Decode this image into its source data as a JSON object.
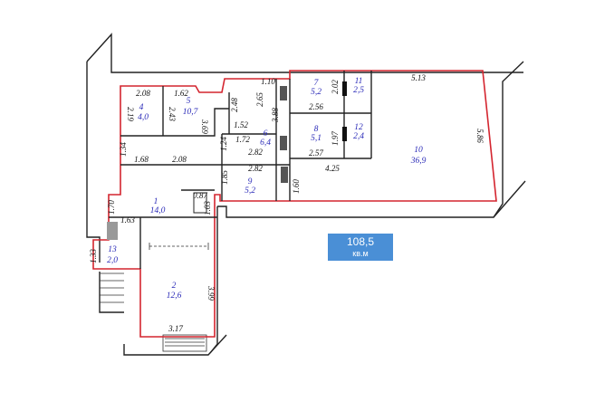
{
  "badge": {
    "area": "108,5",
    "unit": "кв.м"
  },
  "rooms": [
    {
      "num": "1",
      "area": "14,0"
    },
    {
      "num": "2",
      "area": "12,6"
    },
    {
      "num": "4",
      "area": "4,0"
    },
    {
      "num": "5",
      "area": "10,7"
    },
    {
      "num": "6",
      "area": "6,4"
    },
    {
      "num": "7",
      "area": "5,2"
    },
    {
      "num": "8",
      "area": "5,1"
    },
    {
      "num": "9",
      "area": "5,2"
    },
    {
      "num": "10",
      "area": "36,9"
    },
    {
      "num": "11",
      "area": "2,5"
    },
    {
      "num": "12",
      "area": "2,4"
    },
    {
      "num": "13",
      "area": "2,0"
    }
  ],
  "dims": [
    "5.13",
    "5.86",
    "2.08",
    "1.62",
    "2.19",
    "2.43",
    "3.69",
    "2.48",
    "1.10",
    "2.65",
    "3.88",
    "1.52",
    "2.56",
    "2.02",
    "1.72",
    "1.24",
    "1.97",
    "2.57",
    "4.25",
    "1.34",
    "1.68",
    "2.08",
    "2.82",
    "1.85",
    "2.82",
    "1.60",
    "0.87",
    "1.03",
    "1.70",
    "1.63",
    "1.33",
    "3.99",
    "3.17"
  ]
}
